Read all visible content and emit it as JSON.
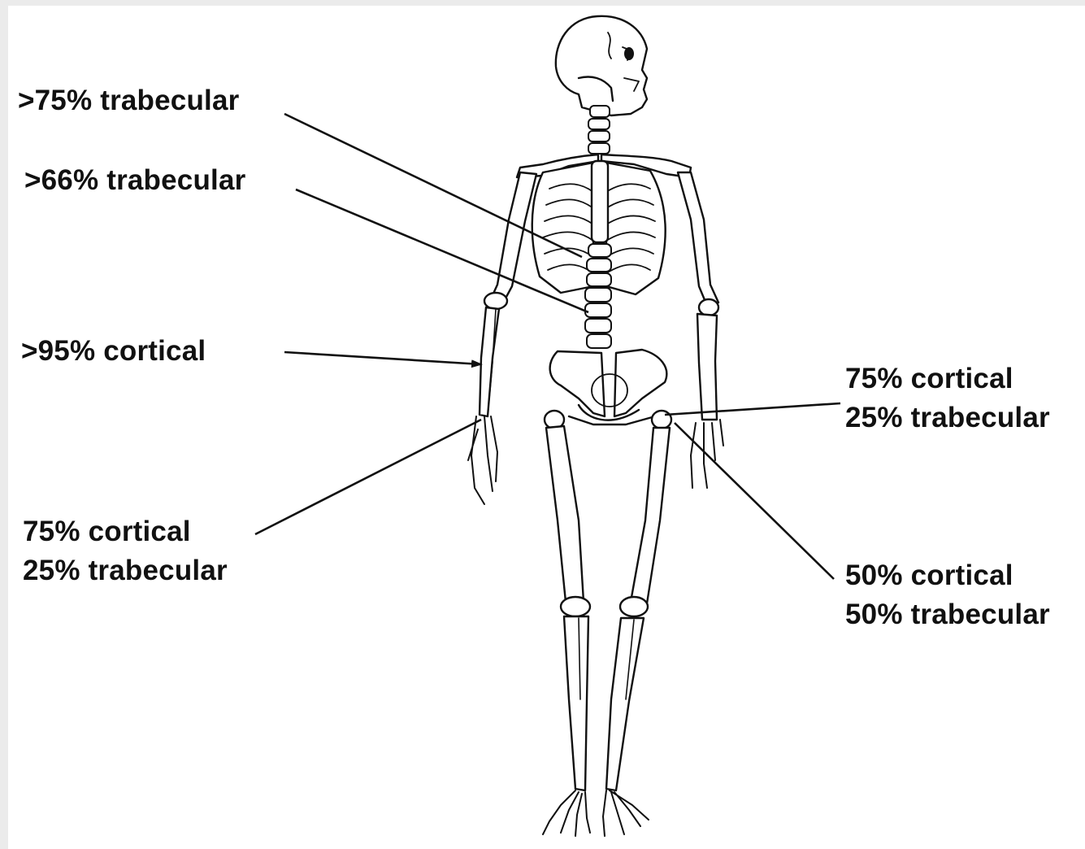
{
  "diagram": {
    "labels": {
      "spine_upper": ">75% trabecular",
      "spine_lower": ">66% trabecular",
      "forearm_shaft": ">95% cortical",
      "wrist_line1": "75% cortical",
      "wrist_line2": "25% trabecular",
      "hip_line1": "75% cortical",
      "hip_line2": "25% trabecular",
      "femoral_line1": "50% cortical",
      "femoral_line2": "50% trabecular"
    },
    "colors": {
      "ink": "#111111",
      "bone_fill": "#ffffff",
      "background": "#ebebeb",
      "panel": "#ffffff"
    }
  }
}
